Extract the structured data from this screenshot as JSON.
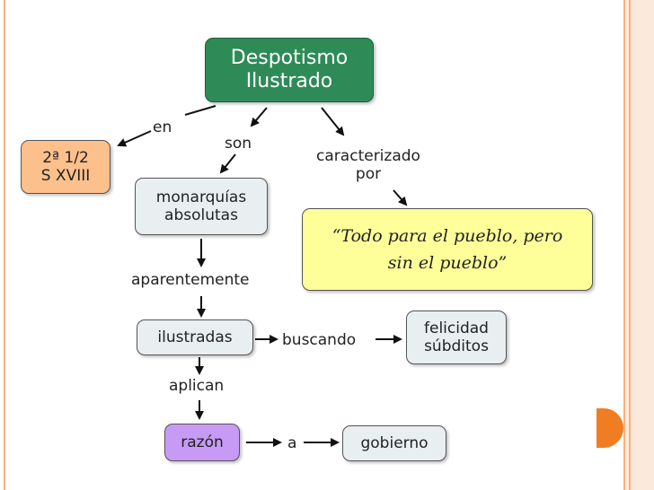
{
  "map": {
    "root": "Despotismo\nIlustrado",
    "period": "2ª 1/2\nS XVIII",
    "monarchies": "monarquías\nabsolutas",
    "motto": "“Todo para el pueblo, pero\nsin el pueblo”",
    "enlightened": "ilustradas",
    "happiness": "felicidad\nsúbditos",
    "reason": "razón",
    "government": "gobierno"
  },
  "links": {
    "en": "en",
    "son": "son",
    "caracterizado_por": "caracterizado\npor",
    "aparentemente": "aparentemente",
    "buscando": "buscando",
    "aplican": "aplican",
    "a": "a"
  },
  "colors": {
    "main_node": "#2e8b57",
    "period_node": "#fcc08c",
    "reason_node": "#c79af5",
    "motto_node": "#ffff99",
    "default_node": "#e9eef1",
    "accent": "#f07d22"
  }
}
